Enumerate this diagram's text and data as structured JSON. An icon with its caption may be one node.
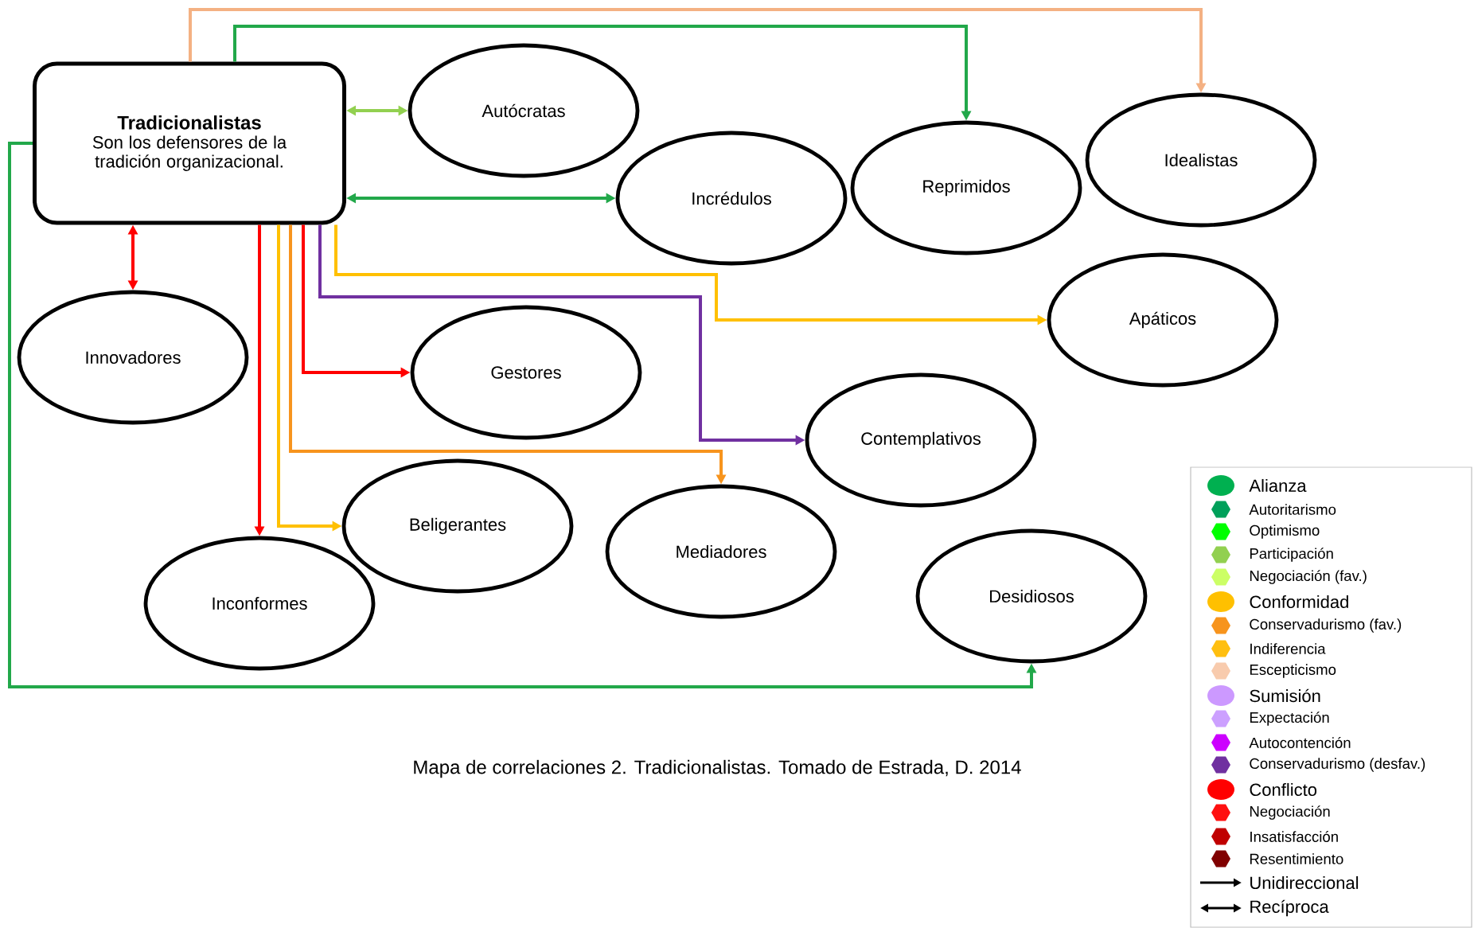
{
  "diagram": {
    "caption": "Mapa de correlaciones 2. Tradicionalistas. Tomado de Estrada, D. 2014",
    "nodes": [
      {
        "text": [
          "Tradicionalistas",
          "Son los defensores de la tradición organizacional."
        ]
      },
      {
        "text": [
          "Autócratas"
        ]
      },
      {
        "text": [
          "Incrédulos"
        ]
      },
      {
        "text": [
          "Reprimidos"
        ]
      },
      {
        "text": [
          "Idealistas"
        ]
      },
      {
        "text": [
          "Innovadores"
        ]
      },
      {
        "text": [
          "Apáticos"
        ]
      },
      {
        "text": [
          "Gestores"
        ]
      },
      {
        "text": [
          "Contemplativos"
        ]
      },
      {
        "text": [
          "Beligerantes"
        ]
      },
      {
        "text": [
          "Mediadores"
        ]
      },
      {
        "text": [
          "Inconformes"
        ]
      },
      {
        "text": [
          "Desidiosos"
        ]
      }
    ],
    "edges": [
      {
        "from": 0,
        "to": 1,
        "arrow": "both",
        "color": "#92d050"
      },
      {
        "from": 0,
        "to": 2,
        "arrow": "both",
        "color": "#22a84a"
      },
      {
        "from": 0,
        "to": 3,
        "arrow": "to",
        "color": "#22a84a"
      },
      {
        "from": 0,
        "to": 4,
        "arrow": "to",
        "color": "#f4b183"
      },
      {
        "from": 0,
        "to": 5,
        "arrow": "both",
        "color": "#ff0000"
      },
      {
        "from": 0,
        "to": 6,
        "arrow": "to",
        "color": "#ffc000"
      },
      {
        "from": 0,
        "to": 7,
        "arrow": "to",
        "color": "#ff0000"
      },
      {
        "from": 0,
        "to": 8,
        "arrow": "to",
        "color": "#7030a0"
      },
      {
        "from": 0,
        "to": 9,
        "arrow": "to",
        "color": "#ffc000"
      },
      {
        "from": 0,
        "to": 10,
        "arrow": "to",
        "color": "#f7941d"
      },
      {
        "from": 0,
        "to": 11,
        "arrow": "to",
        "color": "#ff0000"
      },
      {
        "from": 0,
        "to": 12,
        "arrow": "to",
        "color": "#22a84a"
      }
    ],
    "legend": [
      {
        "text": "Alianza",
        "color": "#00b050"
      },
      {
        "text": "Autoritarismo",
        "color": "#00a05a"
      },
      {
        "text": "Optimismo",
        "color": "#00ff00"
      },
      {
        "text": "Participación",
        "color": "#92d050"
      },
      {
        "text": "Negociación (fav.)",
        "color": "#ccff66"
      },
      {
        "text": "Conformidad",
        "color": "#ffc000"
      },
      {
        "text": "Conservadurismo (fav.)",
        "color": "#f7941d"
      },
      {
        "text": "Indiferencia",
        "color": "#ffbf10"
      },
      {
        "text": "Escepticismo",
        "color": "#f8cbad"
      },
      {
        "text": "Sumisión",
        "color": "#cc99ff"
      },
      {
        "text": "Expectación",
        "color": "#cca0ff"
      },
      {
        "text": "Autocontención",
        "color": "#cc00ff"
      },
      {
        "text": "Conservadurismo (desfav.)",
        "color": "#7030a0"
      },
      {
        "text": "Conflicto",
        "color": "#ff0000"
      },
      {
        "text": "Negociación",
        "color": "#ff1010"
      },
      {
        "text": "Insatisfacción",
        "color": "#c00000"
      },
      {
        "text": "Resentimiento",
        "color": "#800000"
      },
      {
        "text": "Unidireccional"
      },
      {
        "text": "Recíproca"
      }
    ]
  }
}
